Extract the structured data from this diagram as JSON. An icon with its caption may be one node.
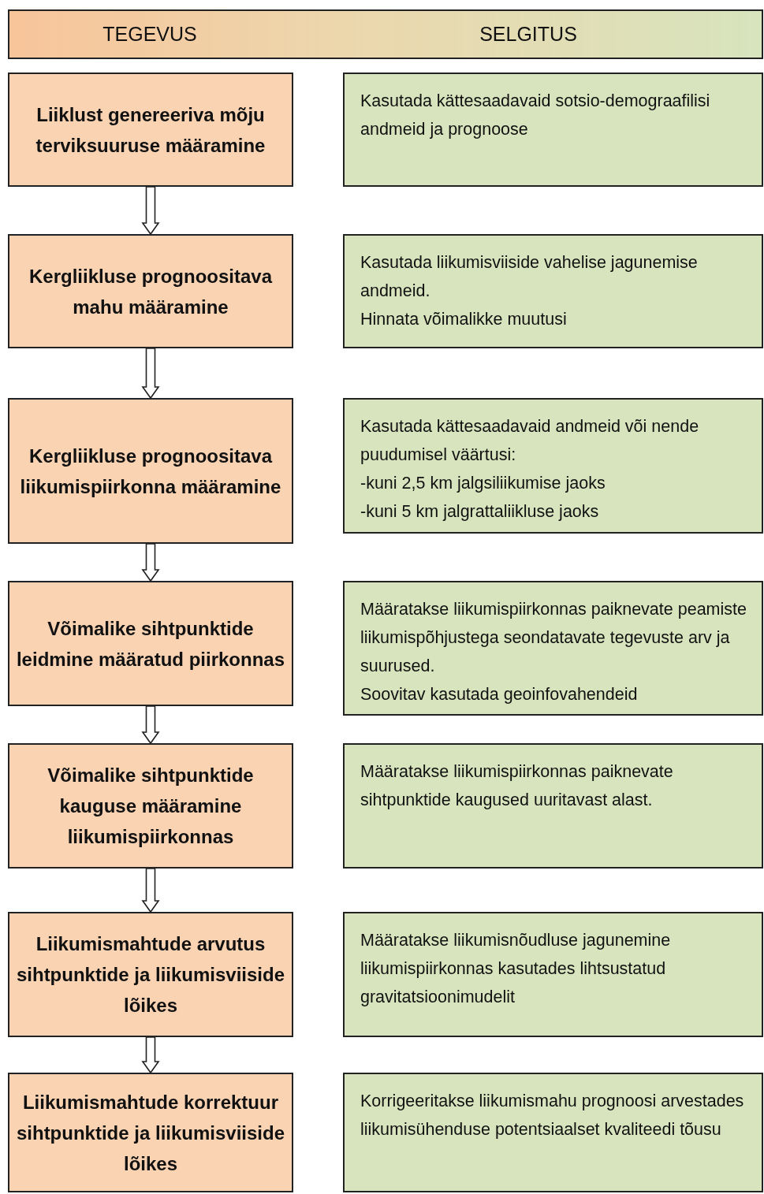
{
  "diagram": {
    "nodes": [
      {
        "text": [
          "TEGEVUS",
          "SELGITUS"
        ]
      },
      {
        "text": [
          "Liiklust genereeriva mõju terviksuuruse määramine"
        ]
      },
      {
        "text": [
          "Kasutada kättesaadavaid sotsio-demograafilisi andmeid ja prognoose"
        ]
      },
      {
        "text": [
          "Kergliikluse prognoositava mahu määramine"
        ]
      },
      {
        "text": [
          "Kasutada liikumisviiside vahelise jagunemise andmeid.",
          "Hinnata võimalikke  muutusi"
        ]
      },
      {
        "text": [
          "Kergliikluse prognoositava liikumispiirkonna määramine"
        ]
      },
      {
        "text": [
          "Kasutada kättesaadavaid andmeid või nende puudumisel väärtusi:",
          "-kuni 2,5 km jalgsiliikumise jaoks",
          "-kuni 5 km jalgrattaliikluse jaoks"
        ]
      },
      {
        "text": [
          "Võimalike sihtpunktide leidmine määratud piirkonnas"
        ]
      },
      {
        "text": [
          "Määratakse liikumispiirkonnas paiknevate peamiste liikumispõhjustega seondatavate tegevuste arv ja suurused.",
          "Soovitav kasutada geoinfovahendeid"
        ]
      },
      {
        "text": [
          "Võimalike sihtpunktide kauguse määramine liikumispiirkonnas"
        ]
      },
      {
        "text": [
          "Määratakse liikumispiirkonnas paiknevate sihtpunktide kaugused uuritavast alast."
        ]
      },
      {
        "text": [
          "Liikumismahtude arvutus sihtpunktide ja liikumisviiside lõikes"
        ]
      },
      {
        "text": [
          "Määratakse liikumisnõudluse jagunemine liikumispiirkonnas kasutades lihtsustatud gravitatsioonimudelit"
        ]
      },
      {
        "text": [
          "Liikumismahtude korrektuur sihtpunktide ja liikumisviiside lõikes"
        ]
      },
      {
        "text": [
          "Korrigeeritakse liikumismahu prognoosi arvestades liikumisühenduse potentsiaalset kvaliteedi tõusu"
        ]
      }
    ],
    "edges": [
      {
        "from": 1,
        "to": 3,
        "arrow": "to"
      },
      {
        "from": 3,
        "to": 5,
        "arrow": "to"
      },
      {
        "from": 5,
        "to": 7,
        "arrow": "to"
      },
      {
        "from": 7,
        "to": 9,
        "arrow": "to"
      },
      {
        "from": 9,
        "to": 11,
        "arrow": "to"
      },
      {
        "from": 11,
        "to": 13,
        "arrow": "to"
      }
    ]
  }
}
